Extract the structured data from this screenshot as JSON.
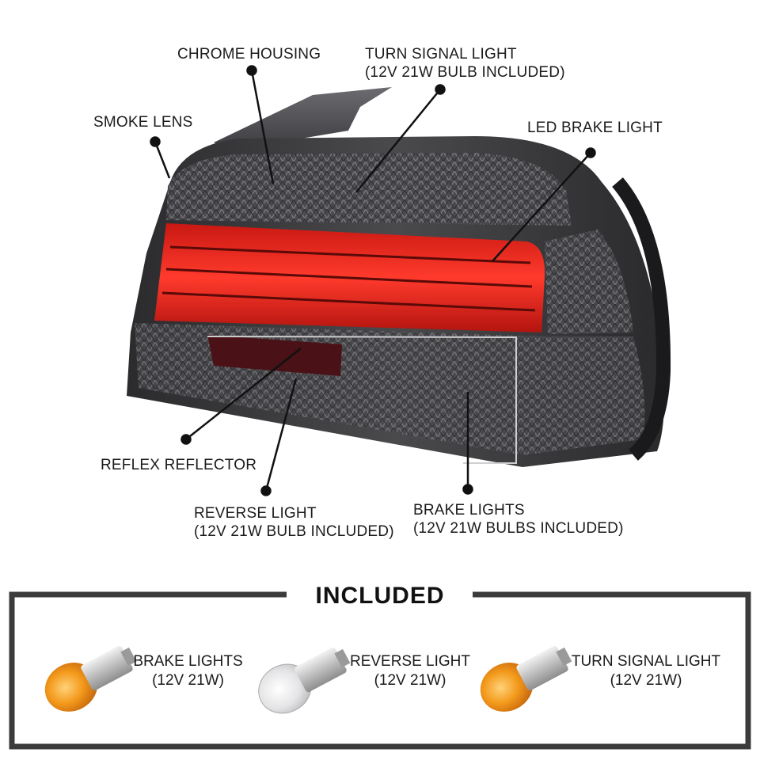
{
  "callouts": {
    "chrome_housing": "CHROME HOUSING",
    "turn_signal": [
      "TURN SIGNAL LIGHT",
      "(12V 21W BULB INCLUDED)"
    ],
    "smoke_lens": "SMOKE LENS",
    "led_brake": "LED BRAKE LIGHT",
    "reflex_reflector": "REFLEX REFLECTOR",
    "reverse_light": [
      "REVERSE LIGHT",
      "(12V 21W BULB INCLUDED)"
    ],
    "brake_lights": [
      "BRAKE LIGHTS",
      "(12V 21W BULBS INCLUDED)"
    ]
  },
  "included": {
    "title": "INCLUDED",
    "bulbs": [
      {
        "name": "BRAKE LIGHTS",
        "spec": "(12V 21W)",
        "color": "amber"
      },
      {
        "name": "REVERSE LIGHT",
        "spec": "(12V 21W)",
        "color": "clear"
      },
      {
        "name": "TURN SIGNAL LIGHT",
        "spec": "(12V 21W)",
        "color": "amber"
      }
    ]
  },
  "colors": {
    "led_red": "#e3201b",
    "smoke": "#3a3a3c",
    "amber": "#f08a10",
    "frame": "#3b3b3b"
  }
}
